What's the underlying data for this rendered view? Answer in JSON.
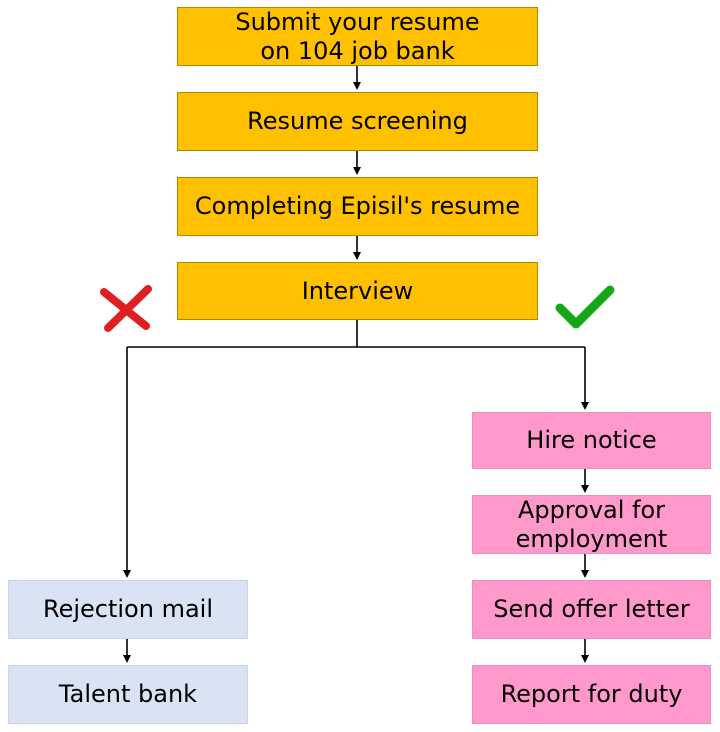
{
  "colors": {
    "main_fill": "#FFC000",
    "hire_fill": "#FF99CC",
    "reject_fill": "#DAE3F3",
    "connector": "#000000",
    "cross": "#E02020",
    "check": "#14A814"
  },
  "icons": {
    "reject_marker": "cross-icon",
    "accept_marker": "check-icon"
  },
  "main_steps": [
    {
      "label": "Submit your resume\non 104 job bank"
    },
    {
      "label": "Resume screening"
    },
    {
      "label": "Completing Episil's resume"
    },
    {
      "label": "Interview"
    }
  ],
  "hire_steps": [
    {
      "label": "Hire notice"
    },
    {
      "label": "Approval for\nemployment"
    },
    {
      "label": "Send offer letter"
    },
    {
      "label": "Report for duty"
    }
  ],
  "reject_steps": [
    {
      "label": "Rejection mail"
    },
    {
      "label": "Talent bank"
    }
  ]
}
